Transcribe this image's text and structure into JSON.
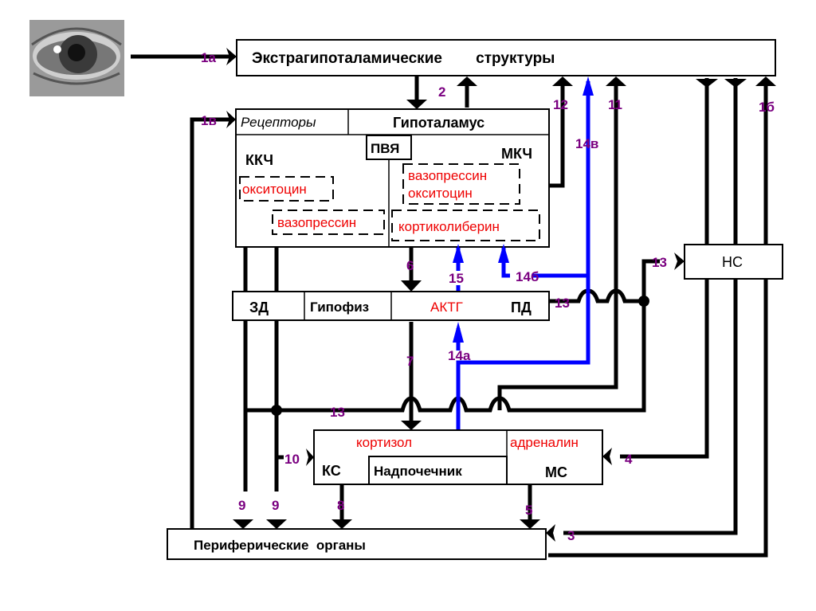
{
  "colors": {
    "hormone_text": "#ee0000",
    "number_label": "#7a0080",
    "feedback_path": "#0000ff",
    "line": "#000000"
  },
  "image": {
    "icon": "eye-icon"
  },
  "boxes": {
    "extrahypothalamic": "Экстрагипоталамические        структуры",
    "receptors": "Рецепторы",
    "hypothalamus": "Гипоталамус",
    "pvn": "ПВЯ",
    "kkch": "ККЧ",
    "mkch": "МКЧ",
    "oxytocin_kkch": "окситоцин",
    "vasopressin_kkch": "вазопрессин",
    "vasopressin_mkch": "вазопрессин",
    "oxytocin_mkch": "окситоцин",
    "corticoliberin": "кортиколиберин",
    "zd": "ЗД",
    "pituitary": "Гипофиз",
    "actg": "АКТГ",
    "pd": "ПД",
    "ns": "НС",
    "cortisol": "кортизол",
    "adrenaline": "адреналин",
    "ks": "КС",
    "adrenal": "Надпочечник",
    "ms": "МС",
    "peripheral": "Периферические  органы"
  },
  "labels": {
    "l1a": "1а",
    "l1v": "1в",
    "l1b": "1б",
    "l2": "2",
    "l3": "3",
    "l4": "4",
    "l5": "5",
    "l6": "6",
    "l7": "7",
    "l8": "8",
    "l9a": "9",
    "l9b": "9",
    "l10": "10",
    "l11": "11",
    "l12": "12",
    "l13a": "13",
    "l13b": "13",
    "l13c": "13",
    "l14a": "14а",
    "l14b": "14б",
    "l14v": "14в",
    "l15": "15"
  }
}
